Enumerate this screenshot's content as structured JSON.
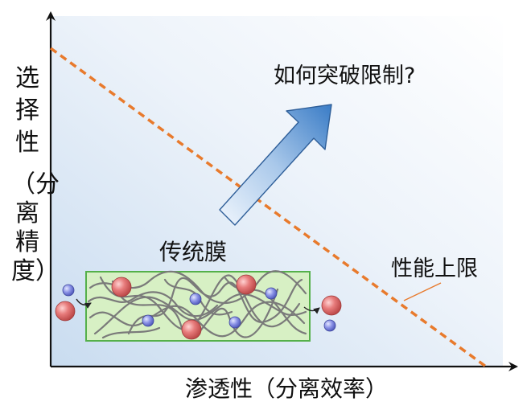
{
  "y_axis_title": "选择性",
  "y_axis_subtitle": "（分离精度）",
  "x_axis_title": "渗透性（分离效率）",
  "question_label": "如何突破限制?",
  "limit_label": "性能上限",
  "membrane_label": "传统膜",
  "colors": {
    "background_gradient_start": "#c9dcf0",
    "background_gradient_end": "#ffffff",
    "limit_line": "#e87a2c",
    "arrow_fill_start": "#3a7cc6",
    "arrow_fill_end": "#e6f0fb",
    "membrane_fill": "#d7f0c4",
    "membrane_border": "#55b04a",
    "large_particle": "#e06a6a",
    "small_particle": "#6f79d8",
    "fiber": "#777777"
  }
}
